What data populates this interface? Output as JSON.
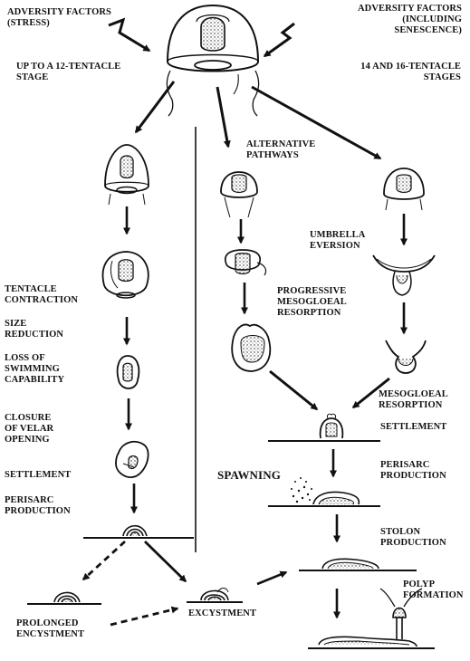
{
  "labels": {
    "adversity_stress": "ADVERSITY FACTORS\n(STRESS)",
    "adversity_senescence": "ADVERSITY FACTORS\n(INCLUDING\nSENESCENCE)",
    "up_to_12": "UP TO A 12-TENTACLE\nSTAGE",
    "stages_14_16": "14 AND 16-TENTACLE\nSTAGES",
    "alternative_pathways": "ALTERNATIVE\nPATHWAYS",
    "umbrella_eversion": "UMBRELLA\nEVERSION",
    "tentacle_contraction": "TENTACLE\nCONTRACTION",
    "size_reduction": "SIZE\nREDUCTION",
    "loss_swimming": "LOSS OF\nSWIMMING\nCAPABILITY",
    "closure_velar": "CLOSURE\nOF VELAR\nOPENING",
    "settlement_left": "SETTLEMENT",
    "perisarc_left": "PERISARC\nPRODUCTION",
    "progressive_resorption": "PROGRESSIVE\nMESOGLOEAL\nRESORPTION",
    "mesogloeal_resorption": "MESOGLOEAL\nRESORPTION",
    "settlement_right": "SETTLEMENT",
    "spawning": "SPAWNING",
    "perisarc_right": "PERISARC\nPRODUCTION",
    "stolon_production": "STOLON\nPRODUCTION",
    "polyp_formation": "POLYP\nFORMATION",
    "prolonged_encystment": "PROLONGED\nENCYSTMENT",
    "excystment": "EXCYSTMENT"
  },
  "colors": {
    "ink": "#111111",
    "background": "#ffffff"
  }
}
